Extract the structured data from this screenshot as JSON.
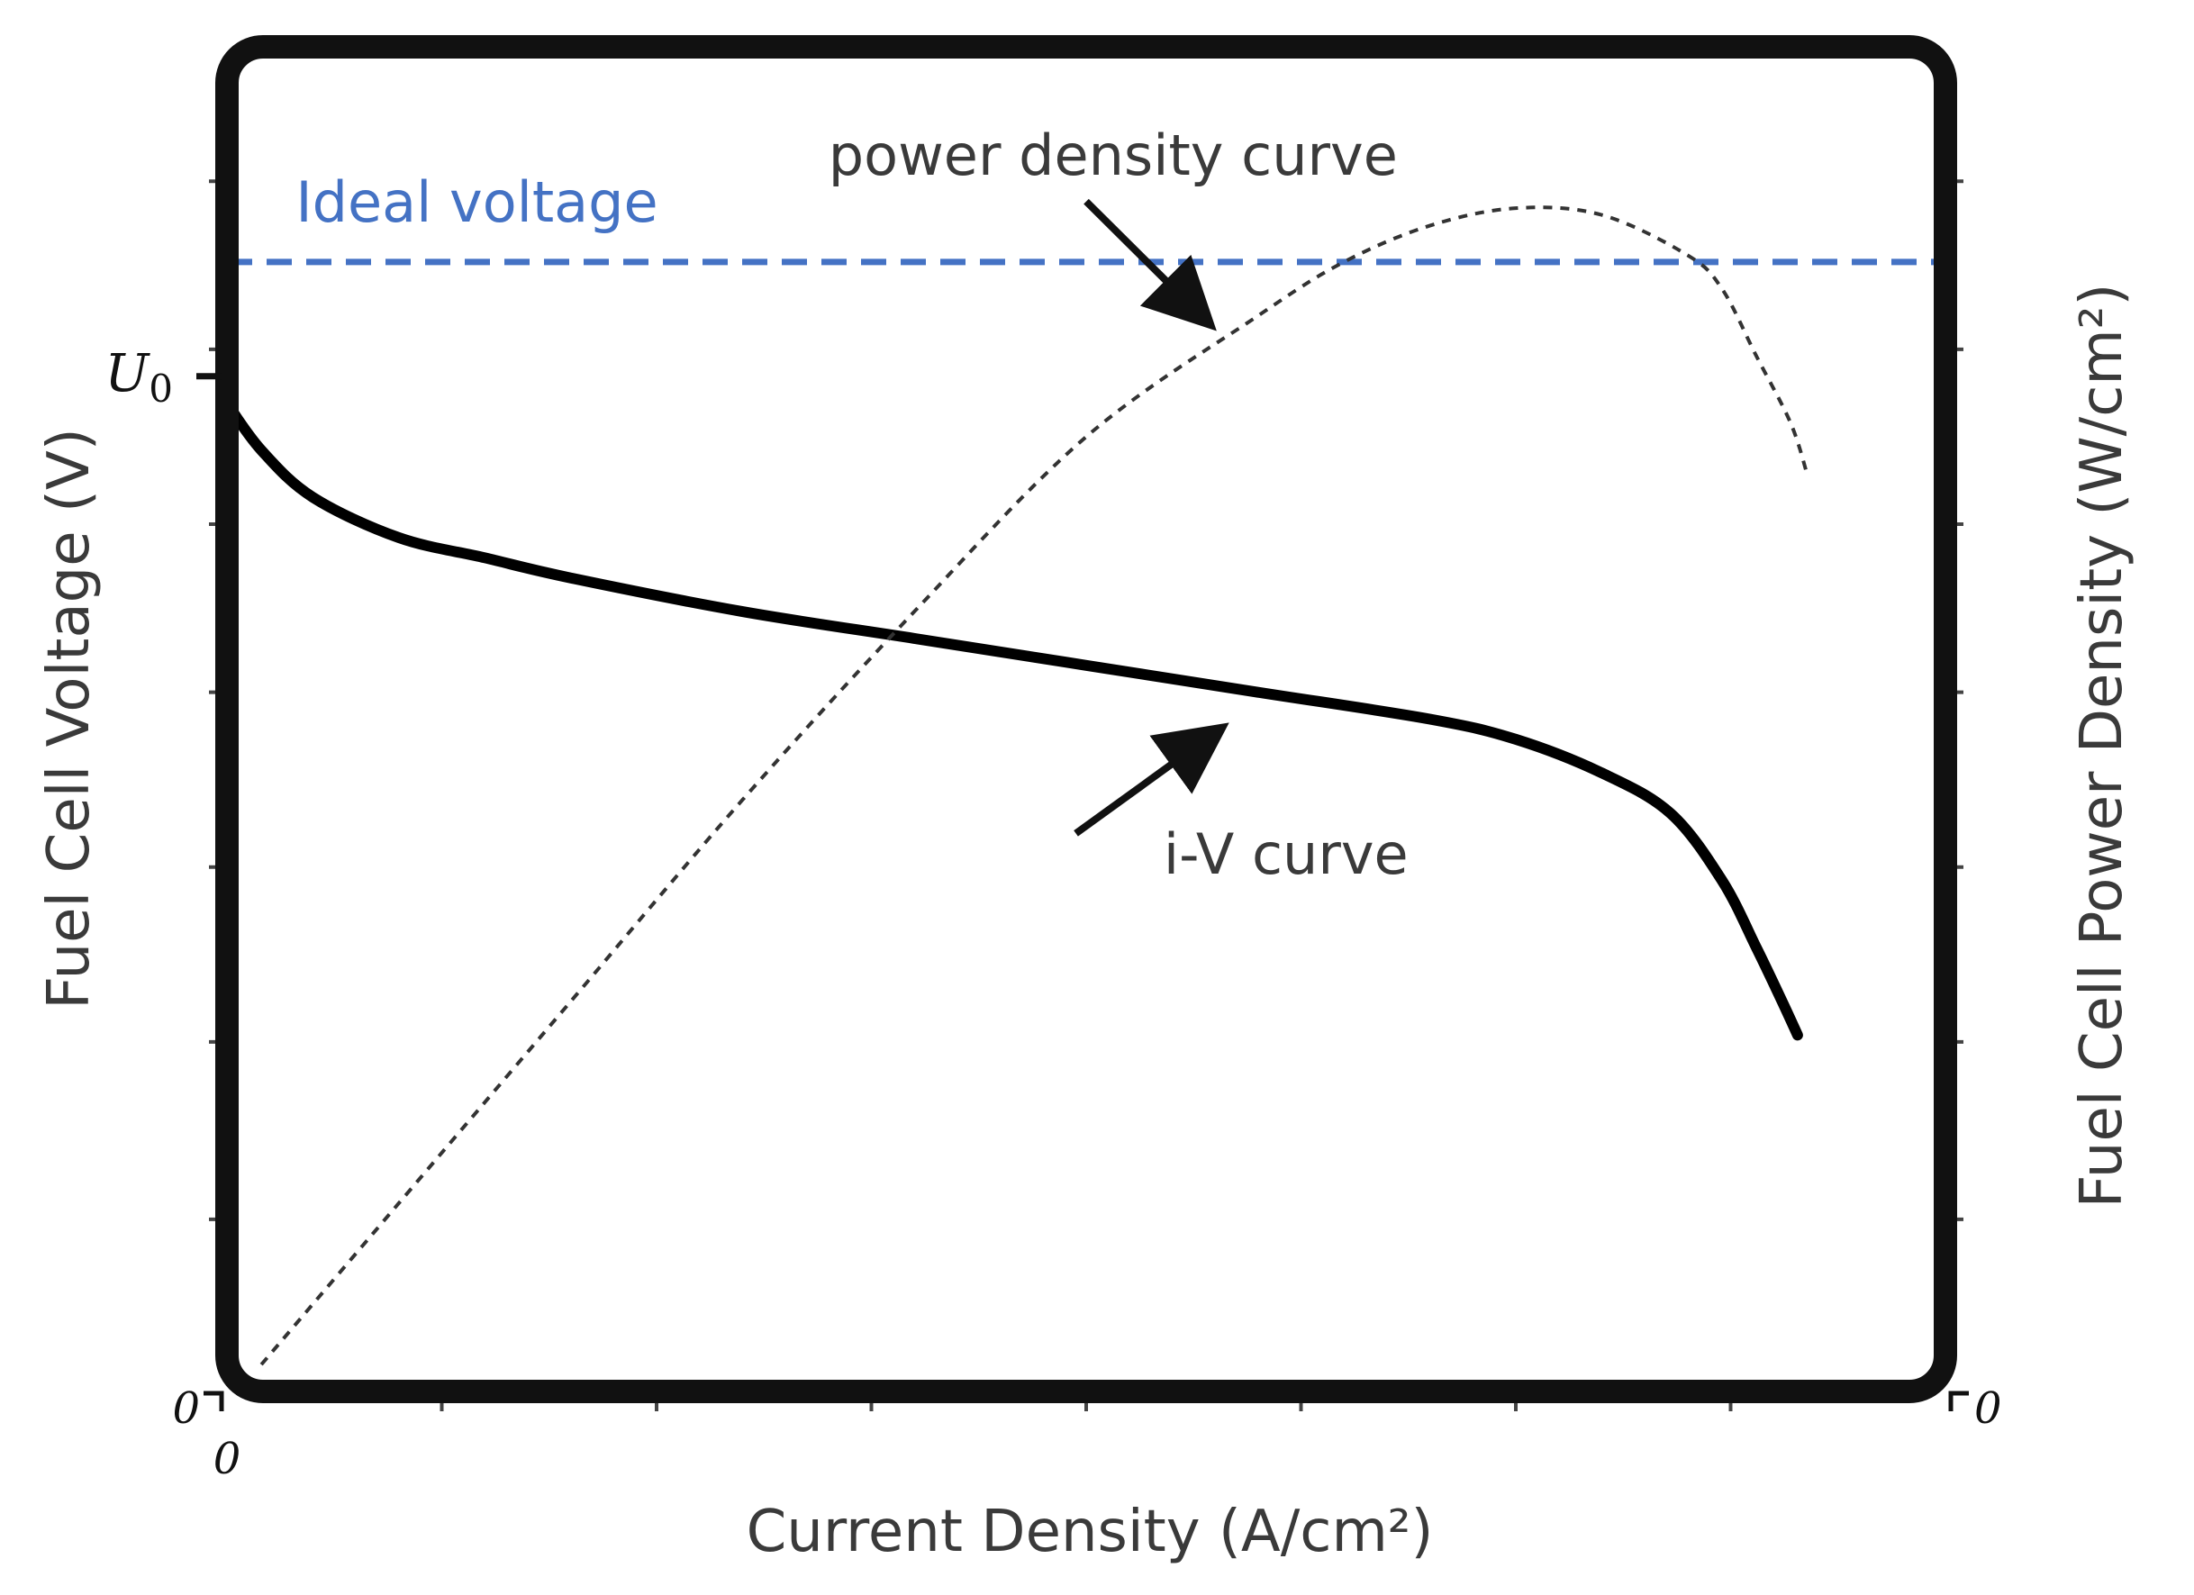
{
  "chart_data": {
    "type": "line",
    "title": "",
    "xlabel": "Current Density (A/cm²)",
    "ylabel_left": "Fuel Cell Voltage (V)",
    "ylabel_right": "Fuel Cell Power Density (W/cm²)",
    "xlim": [
      0,
      1
    ],
    "ylim_left": [
      0,
      1
    ],
    "ylim_right": [
      0,
      1
    ],
    "x_zero_label": "0",
    "y_left_zero_label": "0",
    "y_right_zero_label": "0",
    "u0_label": "U",
    "u0_subscript": "0",
    "u0_value": 0.755,
    "x_ticks": [
      0.125,
      0.25,
      0.375,
      0.5,
      0.625,
      0.75,
      0.875
    ],
    "y_ticks": [
      0.128,
      0.26,
      0.39,
      0.52,
      0.645,
      0.775,
      0.9
    ],
    "grid": false,
    "legend": "none",
    "series": [
      {
        "name": "Ideal voltage",
        "style": "dashed",
        "color": "#4472C4",
        "x": [
          0,
          1
        ],
        "y": [
          0.84,
          0.84
        ]
      },
      {
        "name": "i-V curve",
        "style": "solid",
        "color": "#000000",
        "x": [
          0,
          0.02,
          0.05,
          0.1,
          0.15,
          0.2,
          0.3,
          0.4,
          0.5,
          0.6,
          0.7,
          0.75,
          0.8,
          0.84,
          0.87,
          0.89,
          0.905,
          0.914
        ],
        "y": [
          0.735,
          0.7,
          0.665,
          0.635,
          0.62,
          0.605,
          0.58,
          0.56,
          0.54,
          0.52,
          0.5,
          0.485,
          0.46,
          0.43,
          0.38,
          0.33,
          0.29,
          0.265
        ]
      },
      {
        "name": "power density curve",
        "style": "dotted",
        "color": "#333333",
        "x": [
          0.02,
          0.1,
          0.2,
          0.3,
          0.4,
          0.5,
          0.6,
          0.65,
          0.7,
          0.75,
          0.8,
          0.85,
          0.87,
          0.89,
          0.91,
          0.92
        ],
        "y": [
          0.02,
          0.14,
          0.29,
          0.44,
          0.58,
          0.71,
          0.8,
          0.84,
          0.867,
          0.88,
          0.875,
          0.845,
          0.82,
          0.77,
          0.72,
          0.68
        ]
      }
    ],
    "annotations": [
      {
        "text": "Ideal voltage",
        "color": "#4472C4",
        "x": 0.04,
        "y": 0.87
      },
      {
        "text": "power density curve",
        "color": "#3a3a3a",
        "x": 0.35,
        "y": 0.905,
        "arrow_from": [
          0.5,
          0.885
        ],
        "arrow_to": [
          0.567,
          0.8
        ]
      },
      {
        "text": "i-V curve",
        "color": "#3a3a3a",
        "x": 0.545,
        "y": 0.385,
        "arrow_from": [
          0.494,
          0.415
        ],
        "arrow_to": [
          0.573,
          0.488
        ]
      }
    ]
  }
}
